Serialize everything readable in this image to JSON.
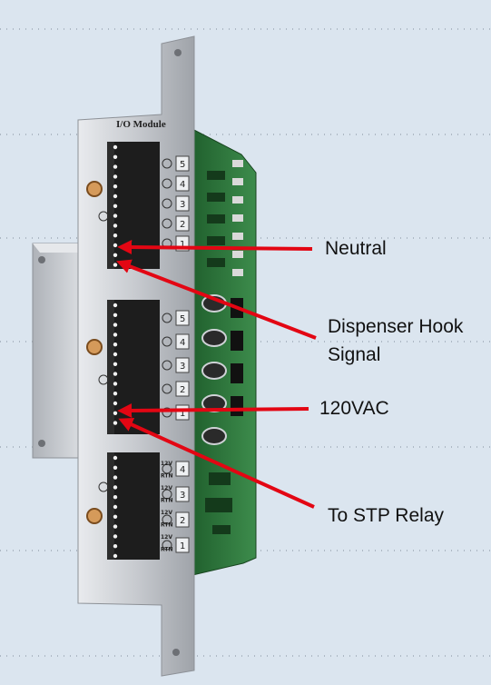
{
  "module_title": "I/O Module",
  "callouts": [
    {
      "id": "neutral",
      "text": "Neutral"
    },
    {
      "id": "dispenser_hook_signal",
      "lines": [
        "Dispenser Hook",
        "Signal"
      ]
    },
    {
      "id": "vac120",
      "text": "120VAC"
    },
    {
      "id": "stp_relay",
      "text": "To STP Relay"
    }
  ],
  "terminal_blocks": [
    {
      "name": "upper",
      "positions": [
        "5",
        "4",
        "3",
        "2",
        "1"
      ]
    },
    {
      "name": "middle",
      "positions": [
        "5",
        "4",
        "3",
        "2",
        "1"
      ]
    },
    {
      "name": "lower",
      "positions": [
        "4",
        "3",
        "2",
        "1"
      ],
      "labels": [
        "12V",
        "RTN",
        "12V",
        "RTN",
        "12V",
        "RTN",
        "12V",
        "RTN"
      ]
    }
  ],
  "colors": {
    "background": "#dbe5ef",
    "arrow": "#e30613",
    "plate": "#c9ccd0",
    "pcb": "#2f7a3e",
    "terminal": "#1d1d1d"
  }
}
